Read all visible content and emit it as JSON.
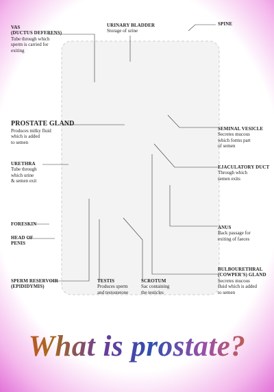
{
  "labels": {
    "vas": {
      "title": "VAS",
      "title2": "(DUCTUS DEFERENS)",
      "desc": [
        "Tube through which",
        "sperm is carried for",
        "exiting"
      ]
    },
    "bladder": {
      "title": "URINARY BLADDER",
      "desc": [
        "Storage of urine"
      ]
    },
    "spine": {
      "title": "SPINE"
    },
    "prostate": {
      "title": "PROSTATE GLAND",
      "desc": [
        "Produces milky fluid",
        "which is added",
        "to semen"
      ]
    },
    "seminal": {
      "title": "SEMINAL VESICLE",
      "desc": [
        "Secretes mucous",
        "which forms part",
        "of semen"
      ]
    },
    "urethra": {
      "title": "URETHRA",
      "desc": [
        "Tube through",
        "which urine",
        "& semen exit"
      ]
    },
    "ejaculatory": {
      "title": "EJACULATORY DUCT",
      "desc": [
        "Through which",
        "semen exits"
      ]
    },
    "foreskin": {
      "title": "FORESKIN"
    },
    "anus": {
      "title": "ANUS",
      "desc": [
        "Back passage for",
        "exiting of faeces"
      ]
    },
    "head": {
      "title": "HEAD OF",
      "title2": "PENIS"
    },
    "bulbo": {
      "title": "BULBOURETHRAL",
      "title2": "(COWPER'S) GLAND",
      "desc": [
        "Secretes mucous",
        "fluid which is added",
        "to semen"
      ]
    },
    "sperm": {
      "title": "SPERM RESERVOIR",
      "title2": "(EPIDIDYMIS)"
    },
    "testis": {
      "title": "TESTIS",
      "desc": [
        "Produces sperm",
        "and testosterone"
      ]
    },
    "scrotum": {
      "title": "SCROTUM",
      "desc": [
        "Sac containing",
        "the testicles"
      ]
    }
  },
  "title": "What is prostate?"
}
